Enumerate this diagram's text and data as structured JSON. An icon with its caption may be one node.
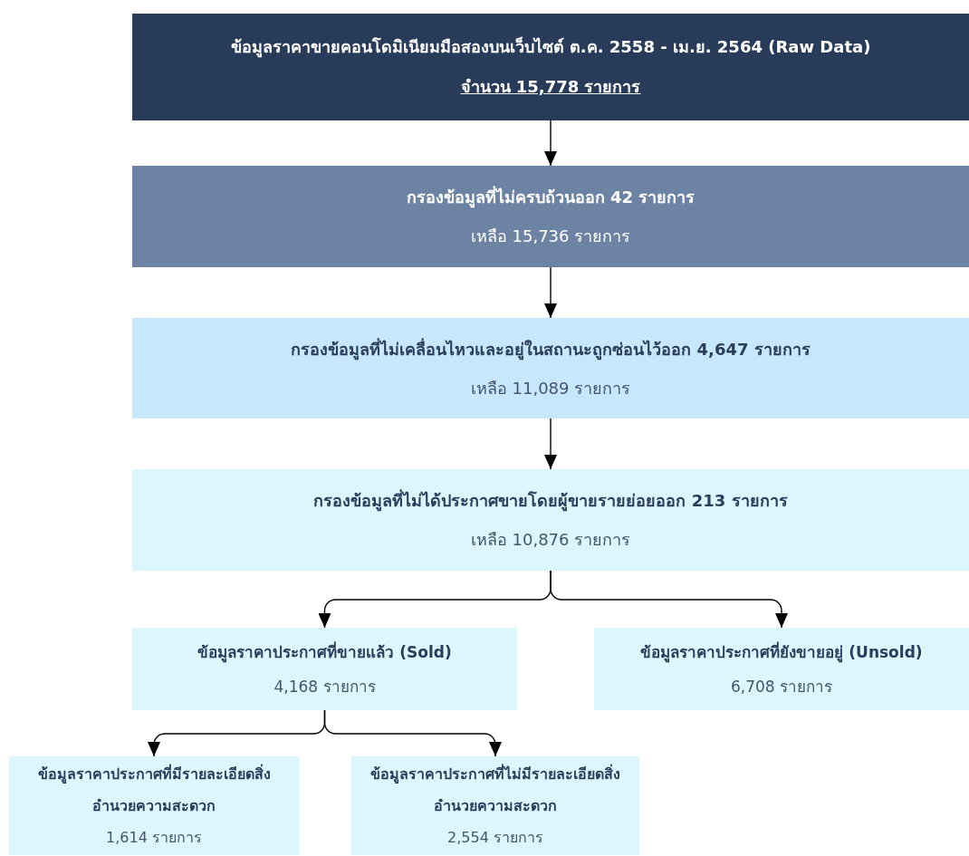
{
  "diagram": {
    "nodes": [
      {
        "text": [
          "ข้อมูลราคาขายคอนโดมิเนียมมือสองบนเว็บไซต์ ต.ค. 2558 - เม.ย. 2564 (Raw Data)",
          "จำนวน 15,778 รายการ"
        ]
      },
      {
        "text": [
          "กรองข้อมูลที่ไม่ครบถ้วนออก 42 รายการ",
          "เหลือ 15,736 รายการ"
        ]
      },
      {
        "text": [
          "กรองข้อมูลที่ไม่เคลื่อนไหวและอยู่ในสถานะถูกซ่อนไว้ออก 4,647 รายการ",
          "เหลือ 11,089 รายการ"
        ]
      },
      {
        "text": [
          "กรองข้อมูลที่ไม่ได้ประกาศขายโดยผู้ขายรายย่อยออก 213 รายการ",
          "เหลือ 10,876 รายการ"
        ]
      },
      {
        "text": [
          "ข้อมูลราคาประกาศที่ขายแล้ว (Sold)",
          "4,168 รายการ"
        ]
      },
      {
        "text": [
          "ข้อมูลราคาประกาศที่ยังขายอยู่ (Unsold)",
          "6,708 รายการ"
        ]
      },
      {
        "text": [
          "ข้อมูลราคาประกาศที่มีรายละเอียดสิ่งอำนวยความสะดวก",
          "1,614 รายการ"
        ]
      },
      {
        "text": [
          "ข้อมูลราคาประกาศที่ไม่มีรายละเอียดสิ่งอำนวยความสะดวก",
          "2,554 รายการ"
        ]
      }
    ],
    "edges": [
      {
        "from": 0,
        "to": 1,
        "arrow": "to"
      },
      {
        "from": 1,
        "to": 2,
        "arrow": "to"
      },
      {
        "from": 2,
        "to": 3,
        "arrow": "to"
      },
      {
        "from": 3,
        "to": 4,
        "arrow": "to"
      },
      {
        "from": 3,
        "to": 5,
        "arrow": "to"
      },
      {
        "from": 4,
        "to": 6,
        "arrow": "to"
      },
      {
        "from": 4,
        "to": 7,
        "arrow": "to"
      }
    ]
  }
}
